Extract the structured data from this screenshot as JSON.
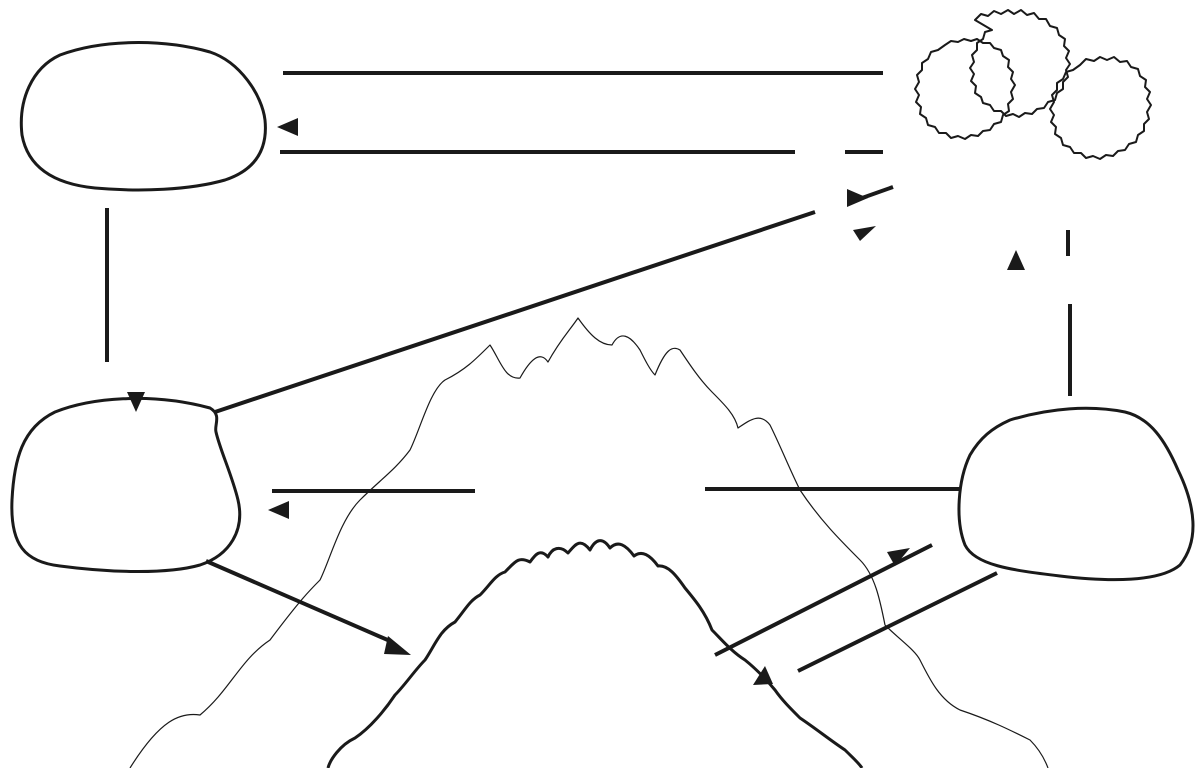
{
  "diagram": {
    "stroke_color": "#1a1a1a",
    "background_color": "#ffffff",
    "nodes": [
      {
        "id": "top-left",
        "shape": "smooth-blob"
      },
      {
        "id": "top-right",
        "shape": "cloud-cluster"
      },
      {
        "id": "middle-left",
        "shape": "smooth-blob"
      },
      {
        "id": "middle-right",
        "shape": "smooth-blob"
      },
      {
        "id": "bottom-center",
        "shape": "mountain"
      }
    ],
    "regions": [
      {
        "id": "large-mountain",
        "shape": "mountain-outline"
      }
    ],
    "arrowheads": 10
  }
}
